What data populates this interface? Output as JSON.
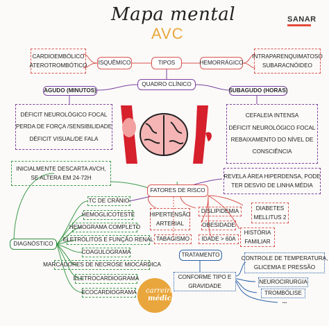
{
  "header": {
    "title": "Mapa mental",
    "subtitle": "AVC",
    "brand": "SANAR"
  },
  "center": {
    "tipos": "TIPOS",
    "quadro": "QUADRO CLÍNICO"
  },
  "isquemico": {
    "label": "ISQUÊMICO",
    "items": [
      "CARDIOEMBÓLICO",
      "ATEROTROMBÓTICO"
    ]
  },
  "hemorragico": {
    "label": "HEMORRÁGICO",
    "items": [
      "INTRAPARENQUIMATOSO",
      "SUBARACNÓIDEO"
    ]
  },
  "agudo": {
    "label": "AGUDO (MINUTOS)",
    "items": [
      "DÉFICIT NEUROLÓGICO FOCAL",
      "PERDA DE FORÇA /SENSIBILIDADE",
      "DÉFICIT VISUAL/DE FALA"
    ]
  },
  "subagudo": {
    "label": "SUBAGUDO (HORAS)",
    "items": [
      "CEFALEIA INTENSA",
      "DÉFICIT NEUROLÓGICO FOCAL",
      "REBAIXAMENTO DO NÍVEL DE",
      "CONSCIÊNCIA"
    ]
  },
  "avch_note": [
    "INICIALMENTE DESCARTA AVCH,",
    "SE ALTERA EM 24-72H"
  ],
  "tc_note": [
    "REVELA ÁREA HIPERDENSA, PODE",
    "TER DESVIO DE LINHA MÉDIA"
  ],
  "fatores": {
    "label": "FATORES DE RISCO",
    "hipertensao": [
      "HIPERTENSÃO",
      "ARTERIAL"
    ],
    "tabagismo": "TABAGISMO",
    "dislipidemia": "DISLIPIDEMIA",
    "obesidade": "OBESIDADE",
    "idade": "IDADE > 60A",
    "diabetes": [
      "DIABETES",
      "MELLITUS 2"
    ],
    "historia": [
      "HISTÓRIA",
      "FAMILIAR"
    ]
  },
  "diagnostico": {
    "label": "DIAGNÓSTICO",
    "items": [
      "TC DE CRÂNIO",
      "HEMOGLICOTESTE",
      "HEMOGRAMA COMPLETO",
      "ELETRÓLITOS E FUNÇÃO RENAL",
      "COAGULOGRAMA",
      "MARCADORES DE NECROSE MIOCÁRDICA",
      "ELETROCARDIOGRAMA",
      "ECOCARDIOGRAMA"
    ]
  },
  "tratamento": {
    "label": "TRATAMENTO",
    "conforme": [
      "CONFORME TIPO E",
      "GRAVIDADE"
    ],
    "controle": [
      "CONTROLE DE TEMPERATURA,",
      "GLICEMIA E PRESSÃO"
    ],
    "neurocirurgia": "NEUROCIRURGIA",
    "trombolise": "TROMBÓLISE",
    "ellipsis": "..."
  },
  "logo": {
    "line1": "carreira",
    "line2": "médica"
  },
  "colors": {
    "red": "#d9534f",
    "purple": "#7b3fa0",
    "blue": "#2a5fa8",
    "green": "#2e8b3e",
    "orange": "#e9a63c"
  }
}
